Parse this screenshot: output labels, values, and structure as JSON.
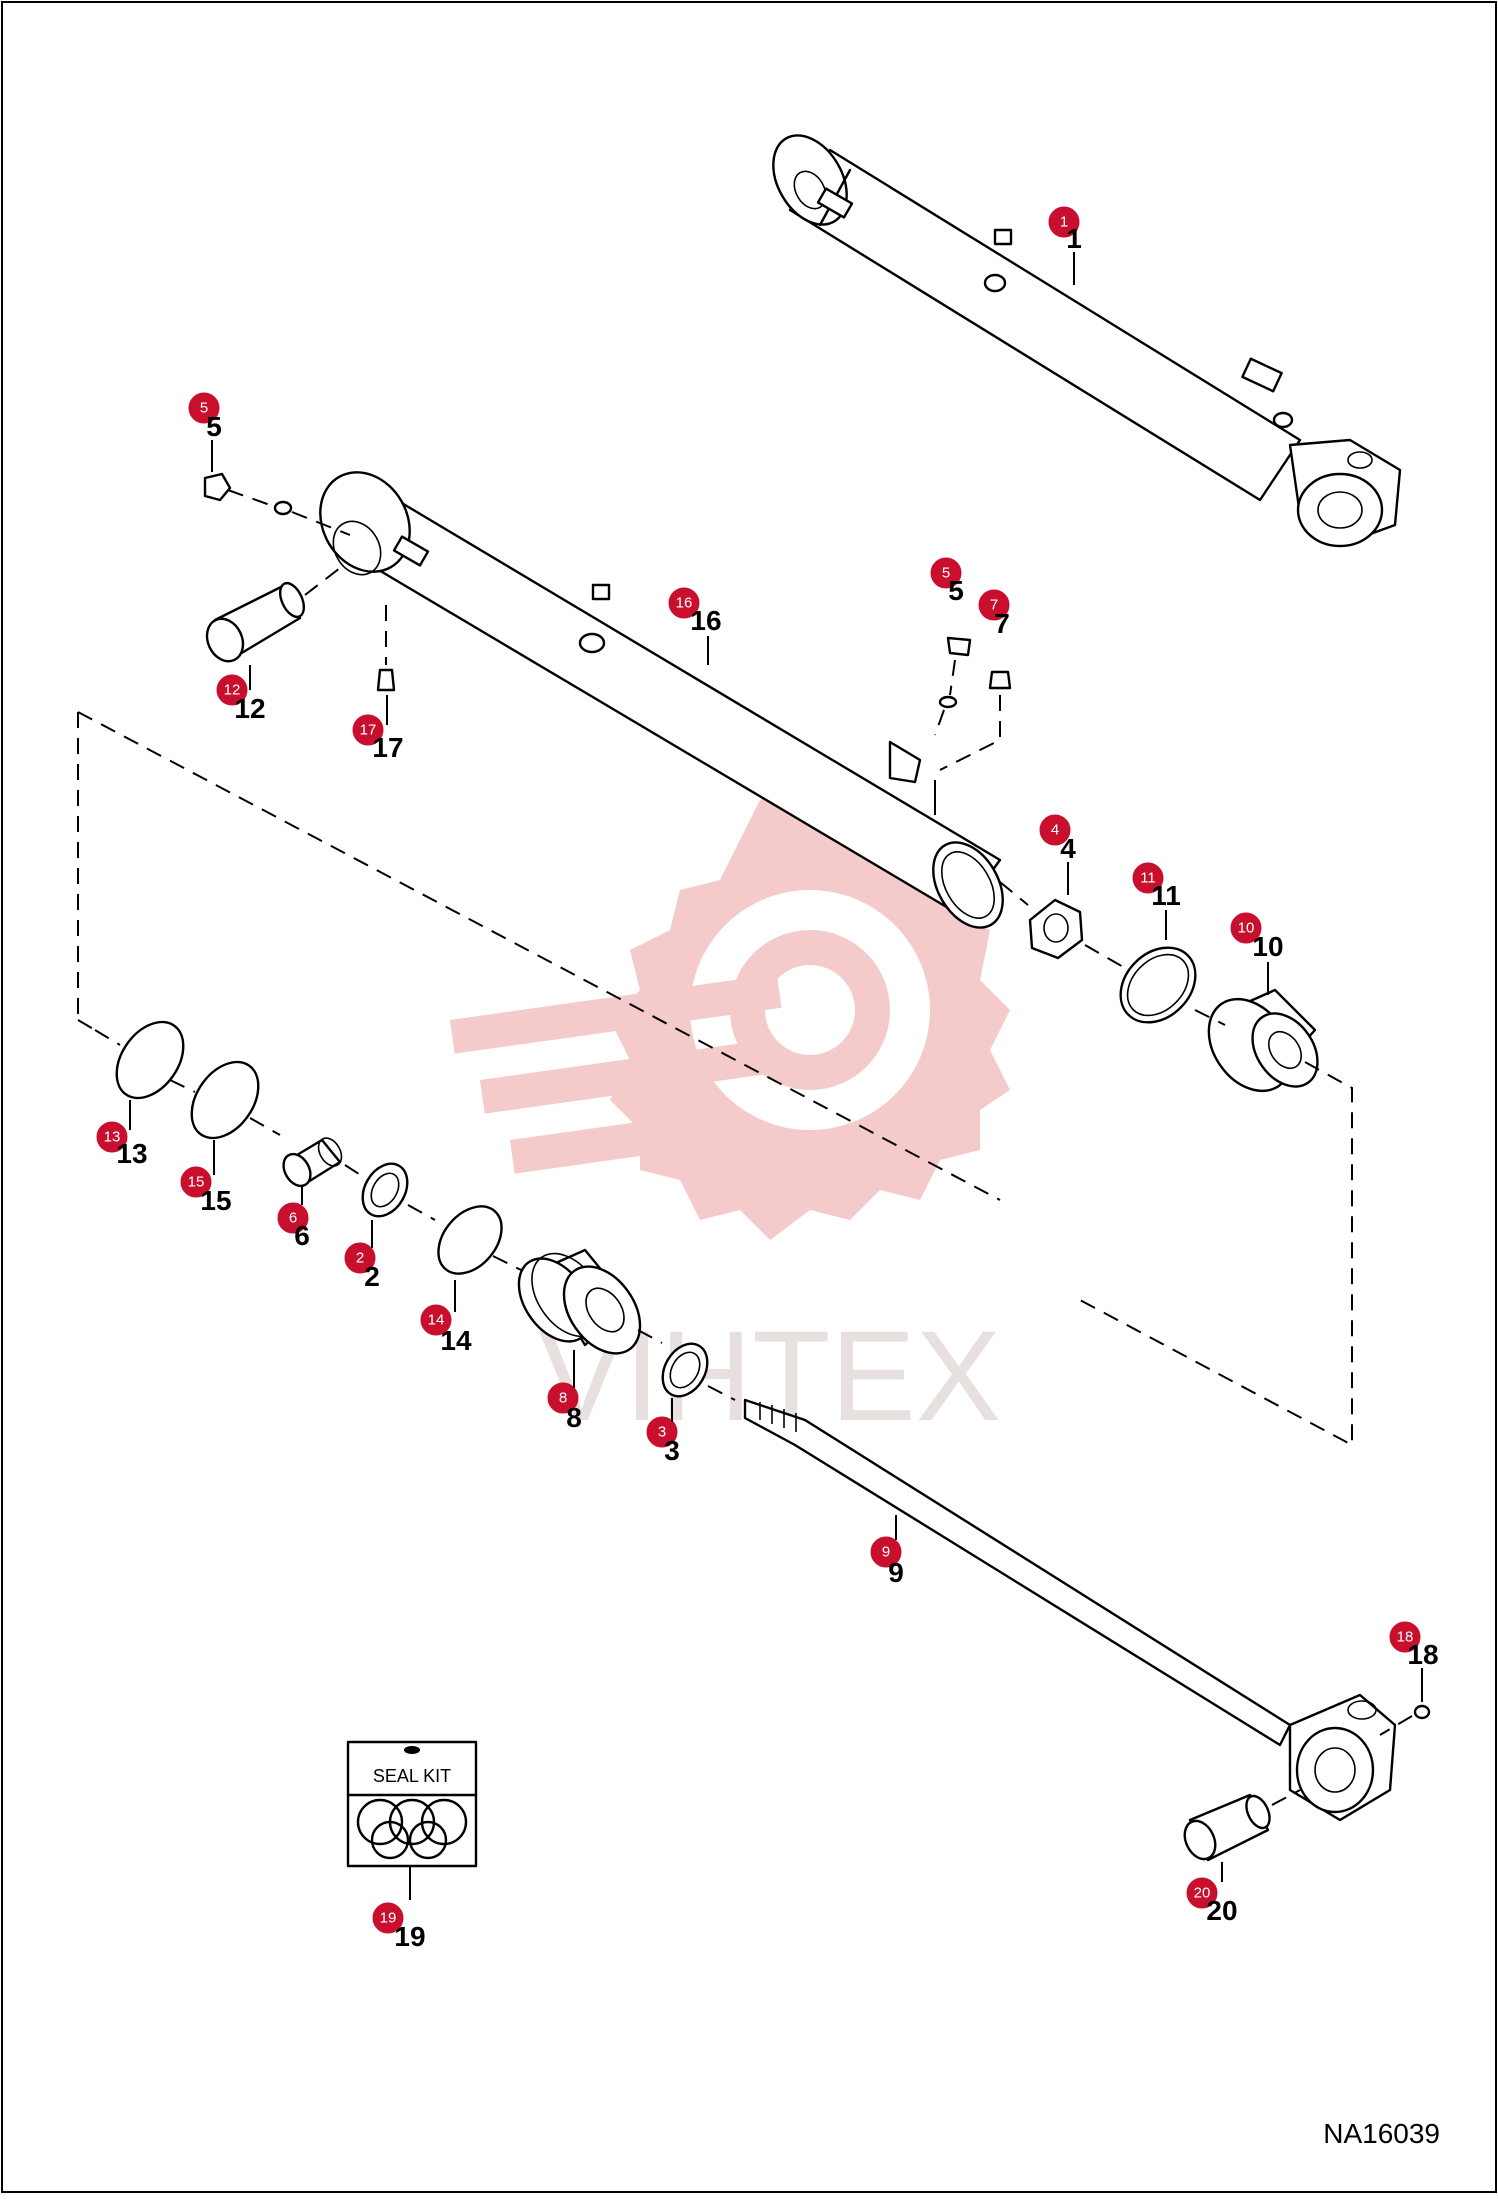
{
  "watermark": {
    "text": "VIHTEX",
    "color": "#f4c4c4"
  },
  "drawing_number": "NA16039",
  "seal_kit_label": "SEAL KIT",
  "badge_color": "#c8102e",
  "callouts": [
    {
      "id": "c1",
      "badge": "1",
      "label": "1"
    },
    {
      "id": "c5a",
      "badge": "5",
      "label": "5"
    },
    {
      "id": "c16",
      "badge": "16",
      "label": "16"
    },
    {
      "id": "c5b",
      "badge": "5",
      "label": "5"
    },
    {
      "id": "c7",
      "badge": "7",
      "label": "7"
    },
    {
      "id": "c12",
      "badge": "12",
      "label": "12"
    },
    {
      "id": "c17",
      "badge": "17",
      "label": "17"
    },
    {
      "id": "c4",
      "badge": "4",
      "label": "4"
    },
    {
      "id": "c11",
      "badge": "11",
      "label": "11"
    },
    {
      "id": "c10",
      "badge": "10",
      "label": "10"
    },
    {
      "id": "c13",
      "badge": "13",
      "label": "13"
    },
    {
      "id": "c15",
      "badge": "15",
      "label": "15"
    },
    {
      "id": "c6",
      "badge": "6",
      "label": "6"
    },
    {
      "id": "c2",
      "badge": "2",
      "label": "2"
    },
    {
      "id": "c14",
      "badge": "14",
      "label": "14"
    },
    {
      "id": "c8",
      "badge": "8",
      "label": "8"
    },
    {
      "id": "c3",
      "badge": "3",
      "label": "3"
    },
    {
      "id": "c9",
      "badge": "9",
      "label": "9"
    },
    {
      "id": "c18",
      "badge": "18",
      "label": "18"
    },
    {
      "id": "c19",
      "badge": "19",
      "label": "19"
    },
    {
      "id": "c20",
      "badge": "20",
      "label": "20"
    }
  ]
}
